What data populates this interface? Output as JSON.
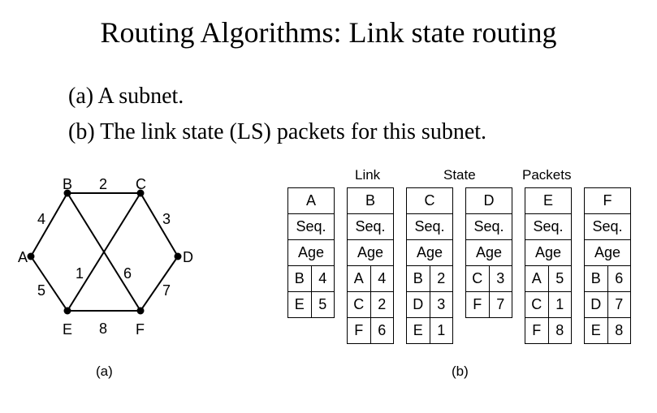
{
  "title": "Routing Algorithms: Link state routing",
  "bullets": {
    "a": "(a) A subnet.",
    "b": "(b) The link state (LS) packets for this subnet."
  },
  "graph": {
    "nodes": [
      "A",
      "B",
      "C",
      "D",
      "E",
      "F"
    ],
    "edges": [
      {
        "from": "A",
        "to": "B",
        "weight": "4"
      },
      {
        "from": "B",
        "to": "C",
        "weight": "2"
      },
      {
        "from": "C",
        "to": "D",
        "weight": "3"
      },
      {
        "from": "A",
        "to": "E",
        "weight": "5"
      },
      {
        "from": "D",
        "to": "F",
        "weight": "7"
      },
      {
        "from": "E",
        "to": "F",
        "weight": "8"
      },
      {
        "from": "C",
        "to": "E",
        "weight": "1"
      },
      {
        "from": "B",
        "to": "F",
        "weight": "6"
      }
    ],
    "caption": "(a)"
  },
  "packets_header": {
    "word1": "Link",
    "word2": "State",
    "word3": "Packets"
  },
  "packets": [
    {
      "router": "A",
      "seq": "Seq.",
      "age": "Age",
      "links": [
        [
          "B",
          "4"
        ],
        [
          "E",
          "5"
        ]
      ]
    },
    {
      "router": "B",
      "seq": "Seq.",
      "age": "Age",
      "links": [
        [
          "A",
          "4"
        ],
        [
          "C",
          "2"
        ],
        [
          "F",
          "6"
        ]
      ]
    },
    {
      "router": "C",
      "seq": "Seq.",
      "age": "Age",
      "links": [
        [
          "B",
          "2"
        ],
        [
          "D",
          "3"
        ],
        [
          "E",
          "1"
        ]
      ]
    },
    {
      "router": "D",
      "seq": "Seq.",
      "age": "Age",
      "links": [
        [
          "C",
          "3"
        ],
        [
          "F",
          "7"
        ]
      ]
    },
    {
      "router": "E",
      "seq": "Seq.",
      "age": "Age",
      "links": [
        [
          "A",
          "5"
        ],
        [
          "C",
          "1"
        ],
        [
          "F",
          "8"
        ]
      ]
    },
    {
      "router": "F",
      "seq": "Seq.",
      "age": "Age",
      "links": [
        [
          "B",
          "6"
        ],
        [
          "D",
          "7"
        ],
        [
          "E",
          "8"
        ]
      ]
    }
  ],
  "packets_caption": "(b)"
}
